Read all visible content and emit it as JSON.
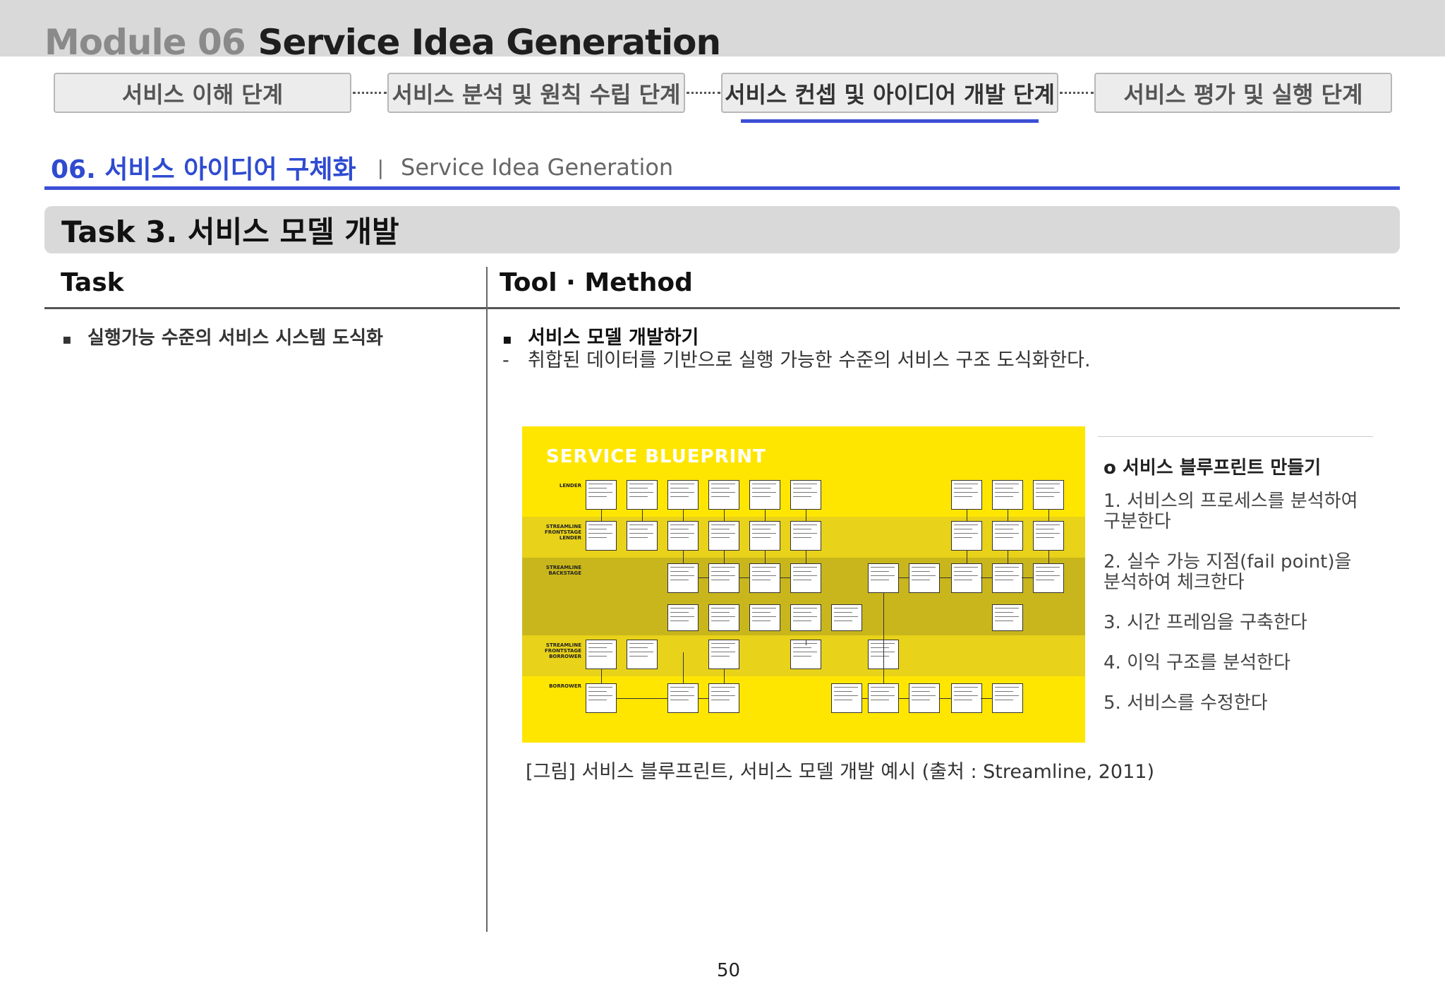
{
  "header": {
    "module_label": "Module 06",
    "module_name": "Service Idea Generation"
  },
  "steps": [
    {
      "label": "서비스 이해 단계"
    },
    {
      "label": "서비스 분석 및 원칙 수립 단계"
    },
    {
      "label": "서비스 컨셉 및 아이디어 개발 단계"
    },
    {
      "label": "서비스 평가 및 실행 단계"
    }
  ],
  "section": {
    "title": "06. 서비스 아이디어 구체화",
    "separator": "|",
    "subtitle": "Service Idea Generation"
  },
  "task_bar": {
    "title": "Task 3. 서비스 모델 개발"
  },
  "table": {
    "col_task": "Task",
    "col_tool": "Tool · Method",
    "task_bullet": "▪",
    "task_item": "실행가능 수준의 서비스 시스템 도식화",
    "tool_bullet": "▪",
    "tool_item": "서비스 모델 개발하기",
    "tool_dash": "-",
    "tool_desc": "취합된 데이터를 기반으로 실행 가능한 수준의 서비스 구조 도식화한다."
  },
  "figure": {
    "title": "SERVICE BLUEPRINT",
    "lanes": [
      "LENDER",
      "STREAMLINE FRONTSTAGE LENDER",
      "STREAMLINE BACKSTAGE",
      "STREAMLINE FRONTSTAGE BORROWER",
      "BORROWER"
    ],
    "colors": {
      "background": "#ffe600",
      "band": "#e8d21a",
      "band_dark": "#c9b61c"
    },
    "caption": "[그림] 서비스 블루프린트, 서비스 모델 개발 예시 (출처 : Streamline, 2011)"
  },
  "side": {
    "title": "o 서비스 블루프린트 만들기",
    "items": [
      "1. 서비스의 프로세스를 분석하여 구분한다",
      "2. 실수 가능 지점(fail point)을 분석하여 체크한다",
      "3. 시간 프레임을 구축한다",
      "4. 이익 구조를 분석한다",
      "5. 서비스를 수정한다"
    ]
  },
  "page_number": "50",
  "colors": {
    "accent": "#3d4fd6",
    "header_band": "#d9d9d9"
  }
}
